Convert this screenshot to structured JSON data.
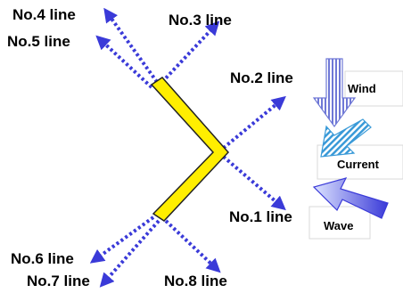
{
  "colors": {
    "mooring_line": "#3a3ad8",
    "vessel_fill": "#ffee00",
    "vessel_stroke": "#000000",
    "wind_arrow": "#6f78d6",
    "current_arrow": "#3a9ad8",
    "wave_arrow": "#3a3ad8",
    "label_box_border": "#d8d8d8"
  },
  "mooring_lines": [
    {
      "id": "no1",
      "label": "No.1 line"
    },
    {
      "id": "no2",
      "label": "No.2 line"
    },
    {
      "id": "no3",
      "label": "No.3 line"
    },
    {
      "id": "no4",
      "label": "No.4 line"
    },
    {
      "id": "no5",
      "label": "No.5 line"
    },
    {
      "id": "no6",
      "label": "No.6 line"
    },
    {
      "id": "no7",
      "label": "No.7 line"
    },
    {
      "id": "no8",
      "label": "No.8 line"
    }
  ],
  "environment": {
    "wind": "Wind",
    "current": "Current",
    "wave": "Wave"
  }
}
